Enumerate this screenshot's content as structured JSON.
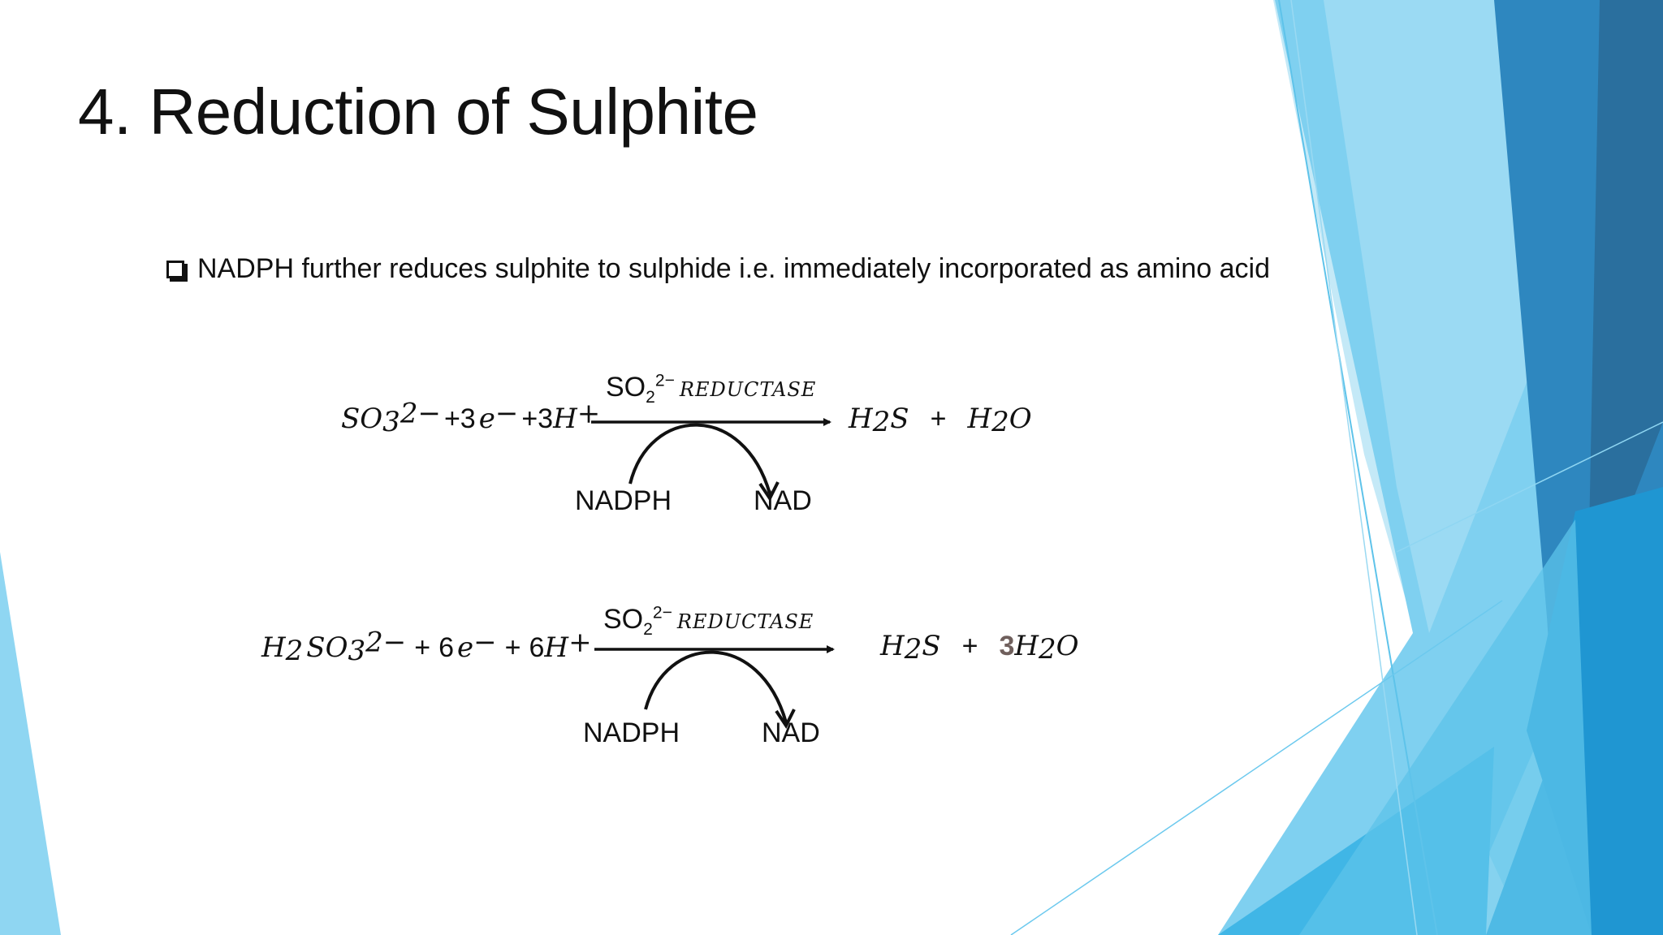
{
  "slide": {
    "title": "4. Reduction of Sulphite",
    "bullet": "NADPH further reduces  sulphite to sulphide i.e. immediately incorporated as amino acid"
  },
  "reactions": [
    {
      "enzyme": {
        "base": "SO",
        "sub": "2",
        "sup": "2−",
        "label": "REDUCTASE"
      },
      "reactants": {
        "so": "SO",
        "so_sub": "3",
        "so_sup": "2−",
        "e_coef": "+3",
        "e": "e",
        "e_sup": "−",
        "h_coef": "+3",
        "h": "H",
        "h_sup": "+"
      },
      "products": {
        "h2": "H",
        "h2_sub": "2",
        "s": "S",
        "plus": "+",
        "w": "H",
        "w_sub": "2",
        "o": "O"
      },
      "cofactors": {
        "left": "NADPH",
        "right": "NAD"
      }
    },
    {
      "enzyme": {
        "base": "SO",
        "sub": "2",
        "sup": "2−",
        "label": "REDUCTASE"
      },
      "reactants": {
        "h": "H",
        "h_sub": "2",
        "so": "SO",
        "so_sub": "3",
        "so_sup": "2−",
        "plus1": "+",
        "e_coef": "6",
        "e": "e",
        "e_sup": "−",
        "plus2": "+",
        "h_coef": "6",
        "hp": "H",
        "hp_sup": "+"
      },
      "products": {
        "h2": "H",
        "h2_sub": "2",
        "s": "S",
        "plus": "+",
        "coef": "3",
        "w": "H",
        "w_sub": "2",
        "o": "O"
      },
      "cofactors": {
        "left": "NADPH",
        "right": "NAD"
      }
    }
  ],
  "colors": {
    "accent_light": "#8fd6f2",
    "accent_mid": "#40b6e6",
    "accent_dark": "#2a6f9e",
    "coefficient_highlight": "#6f5f5c"
  }
}
